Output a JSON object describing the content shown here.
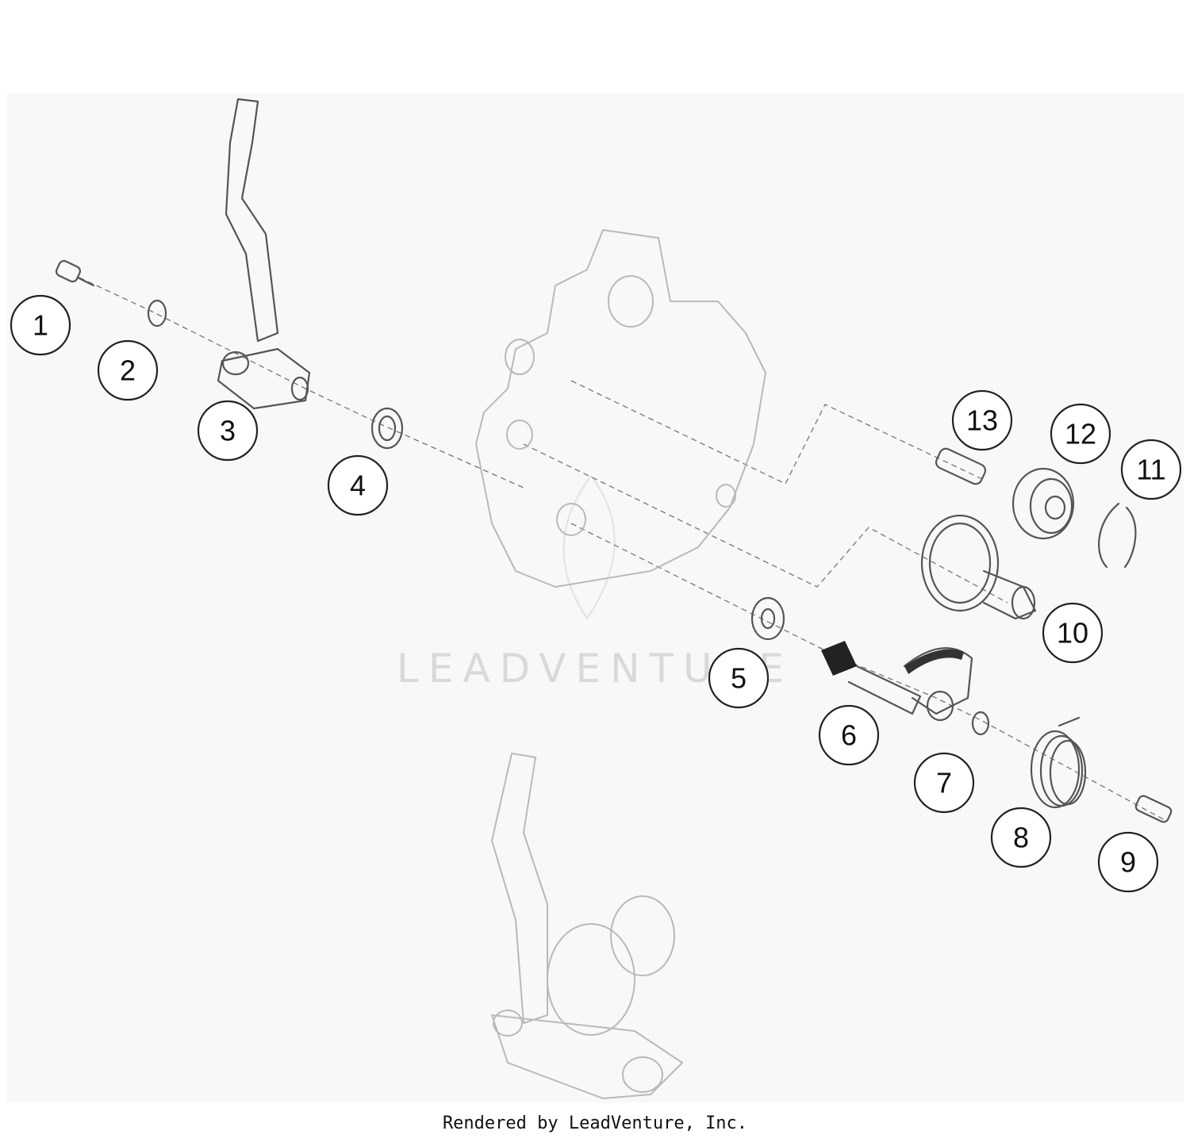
{
  "callouts": [
    {
      "number": "1"
    },
    {
      "number": "2"
    },
    {
      "number": "3"
    },
    {
      "number": "4"
    },
    {
      "number": "5"
    },
    {
      "number": "6"
    },
    {
      "number": "7"
    },
    {
      "number": "8"
    },
    {
      "number": "9"
    },
    {
      "number": "10"
    },
    {
      "number": "11"
    },
    {
      "number": "12"
    },
    {
      "number": "13"
    }
  ],
  "watermark": "LEADVENTURE",
  "footer": "Rendered by LeadVenture, Inc.",
  "colors": {
    "linework": "#555555",
    "ghost": "#b9b9b9",
    "background": "#f8f8f8"
  }
}
